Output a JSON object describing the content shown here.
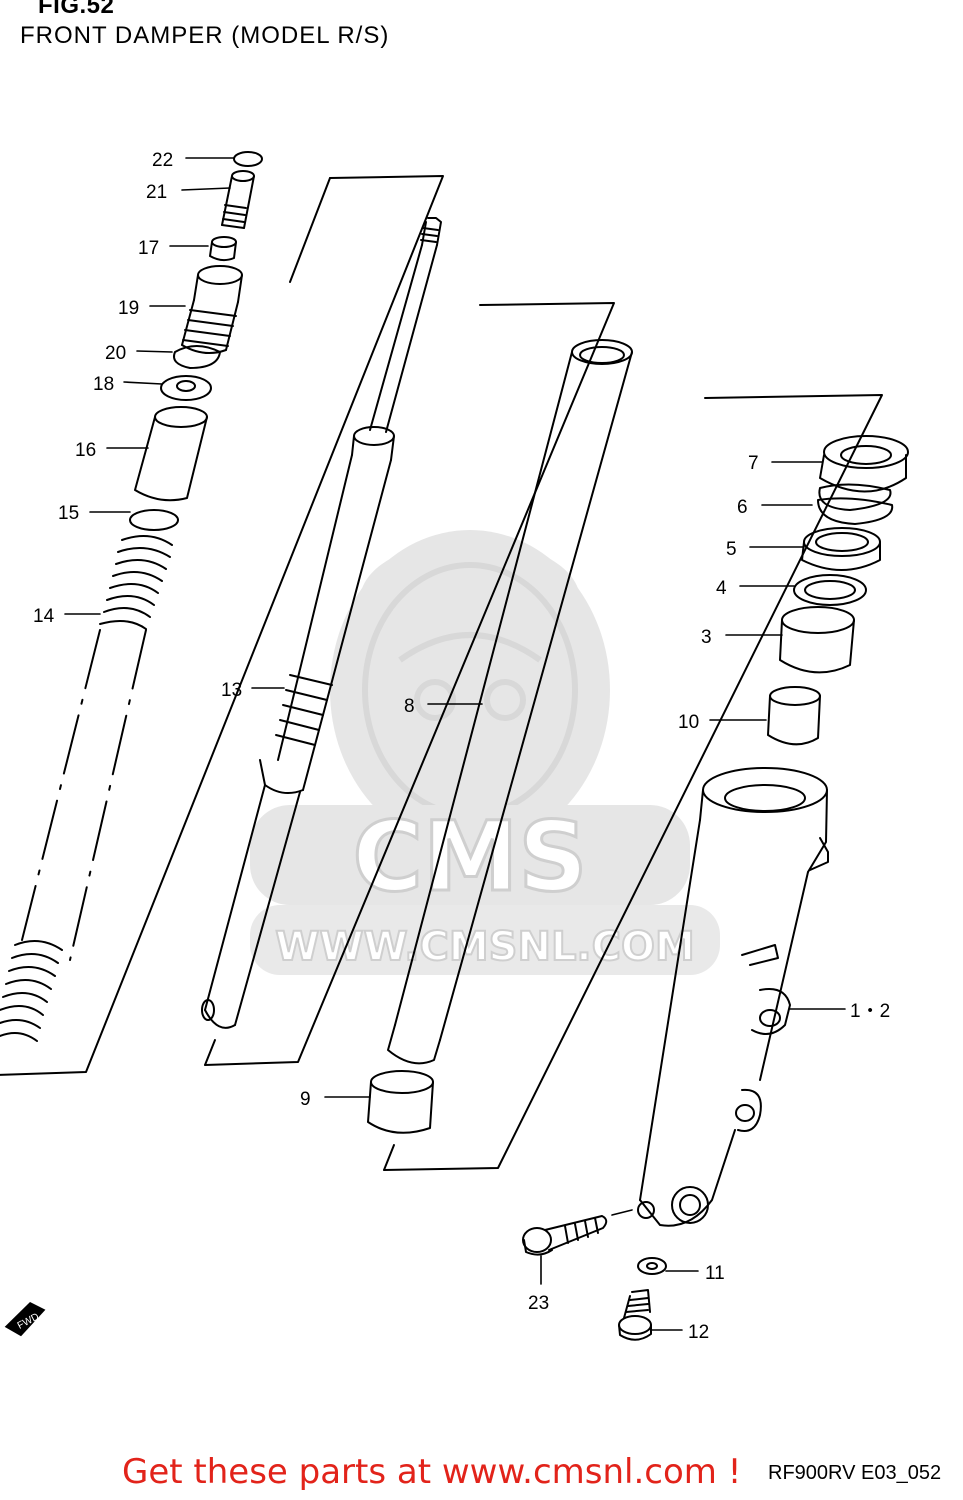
{
  "header": {
    "figure_label": "FIG.52",
    "subtitle": "FRONT DAMPER  (MODEL R/S)"
  },
  "callouts": [
    {
      "id": "c22",
      "text": "22"
    },
    {
      "id": "c21",
      "text": "21"
    },
    {
      "id": "c17",
      "text": "17"
    },
    {
      "id": "c19",
      "text": "19"
    },
    {
      "id": "c20",
      "text": "20"
    },
    {
      "id": "c18",
      "text": "18"
    },
    {
      "id": "c16",
      "text": "16"
    },
    {
      "id": "c15",
      "text": "15"
    },
    {
      "id": "c14",
      "text": "14"
    },
    {
      "id": "c13",
      "text": "13"
    },
    {
      "id": "c8",
      "text": "8"
    },
    {
      "id": "c9",
      "text": "9"
    },
    {
      "id": "c7",
      "text": "7"
    },
    {
      "id": "c6",
      "text": "6"
    },
    {
      "id": "c5",
      "text": "5"
    },
    {
      "id": "c4",
      "text": "4"
    },
    {
      "id": "c3",
      "text": "3"
    },
    {
      "id": "c10",
      "text": "10"
    },
    {
      "id": "c12a",
      "text": "1・2"
    },
    {
      "id": "c11",
      "text": "11"
    },
    {
      "id": "c23",
      "text": "23"
    },
    {
      "id": "c12",
      "text": "12"
    }
  ],
  "direction_badge": "FWD",
  "watermark": {
    "logo_text": "CMS",
    "url_text": "WWW.CMSNL.COM"
  },
  "footer": {
    "link_text": "Get these parts at www.cmsnl.com !",
    "diagram_code": "RF900RV E03_052"
  },
  "colors": {
    "line": "#000000",
    "link": "#e2231a",
    "watermark": "#e3e3e3"
  }
}
